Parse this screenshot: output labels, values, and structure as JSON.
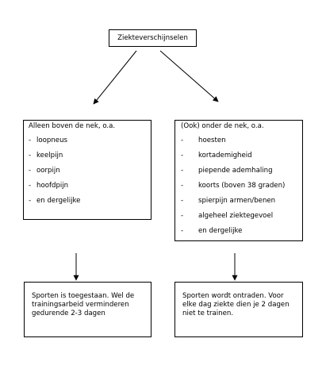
{
  "root": {
    "label": "Ziekteverschijnselen"
  },
  "left": {
    "heading": "Alleen boven de nek, o.a.",
    "items": [
      "loopneus",
      "keelpijn",
      "oorpijn",
      "hoofdpijn",
      "en dergelijke"
    ],
    "outcome": "Sporten is toegestaan. Wel de trainingsarbeid verminderen gedurende 2-3 dagen"
  },
  "right": {
    "heading": "(Ook) onder de nek, o.a.",
    "items": [
      "hoesten",
      "kortademigheid",
      "piepende ademhaling",
      "koorts (boven 38 graden)",
      "spierpijn armen/benen",
      "algeheel ziektegevoel",
      "en dergelijke"
    ],
    "outcome": "Sporten wordt ontraden. Voor elke dag ziekte dien je 2 dagen niet te trainen."
  }
}
